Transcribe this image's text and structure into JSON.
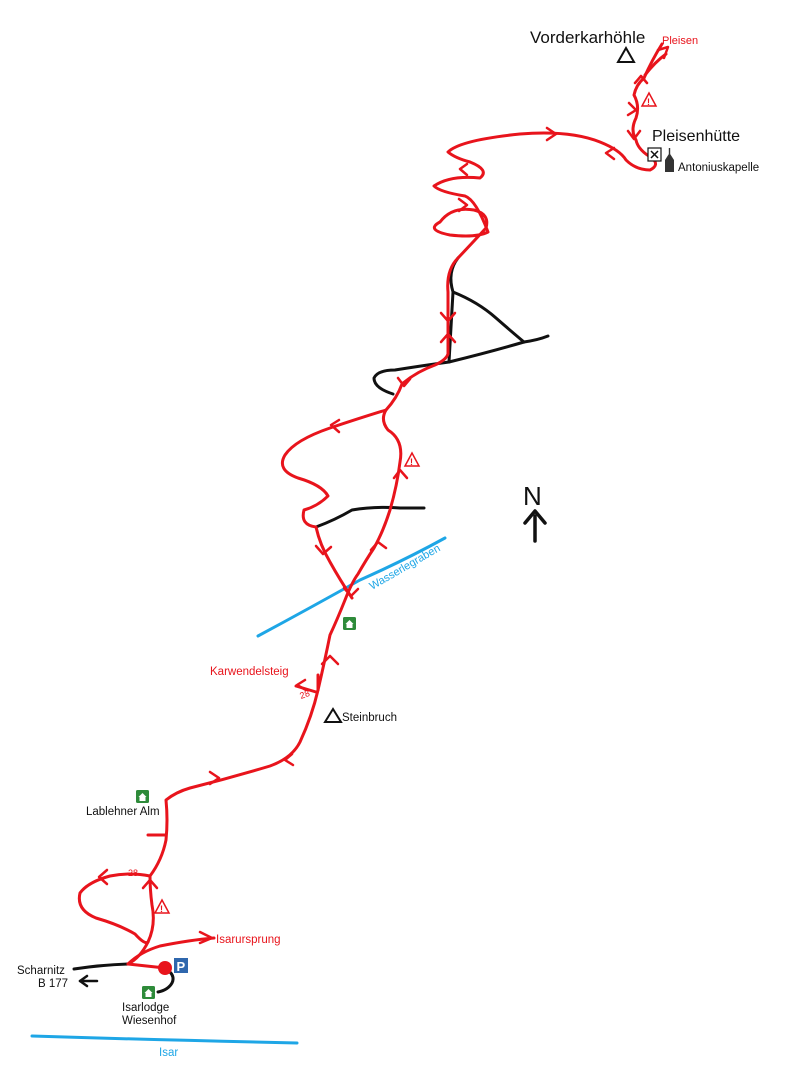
{
  "colors": {
    "route": "#e8141c",
    "road": "#111111",
    "water": "#1ea6e6",
    "label_red": "#e8141c",
    "label_blue": "#1ea6e6",
    "hut_green": "#2e8b3a",
    "parking_blue": "#2f67ad",
    "warning_red": "#e8141c"
  },
  "labels": {
    "vorderkarhoehle": "Vorderkarhöhle",
    "pleisen": "Pleisen",
    "pleisenhuette": "Pleisenhütte",
    "antoniuskapelle": "Antoniuskapelle",
    "north": "N",
    "wasserlegraben": "Wasserlegraben",
    "karwendelsteig": "Karwendelsteig",
    "trail_28_upper": "28",
    "steinbruch": "Steinbruch",
    "lablehner_alm": "Lablehner Alm",
    "trail_28_lower": "28",
    "isarursprung": "Isarursprung",
    "scharnitz": "Scharnitz",
    "b177": "B 177",
    "parking": "P",
    "isarlodge": "Isarlodge",
    "wiesenhof": "Wiesenhof",
    "isar": "Isar",
    "warning": "!",
    "chapel": "✝"
  },
  "icons": {
    "peak_vorderkarhoehle": "peak-triangle-icon",
    "peak_steinbruch": "peak-triangle-icon",
    "hut_pleisenhuette": "crossed-tools-hut-icon",
    "chapel": "chapel-icon",
    "huts": "mountain-hut-icon",
    "warnings": "warning-triangle-icon",
    "parking": "parking-icon",
    "start": "start-point-icon"
  }
}
